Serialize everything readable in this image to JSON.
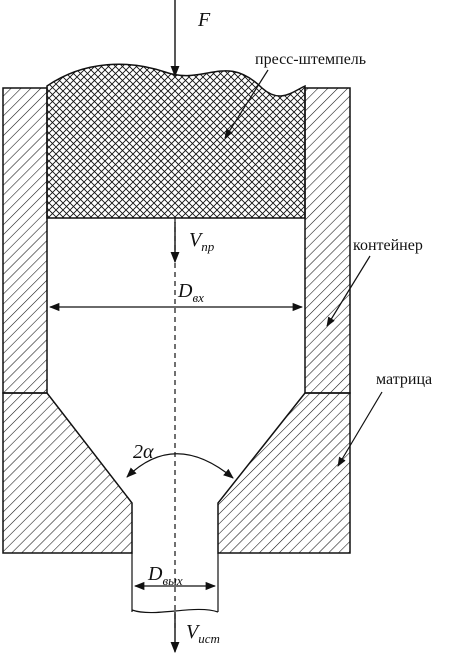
{
  "labels": {
    "punch": "пресс-штемпель",
    "container": "контейнер",
    "die": "матрица"
  },
  "symbols": {
    "force": "F",
    "angle": "2α",
    "punch_velocity": {
      "main": "V",
      "sub": "пр"
    },
    "inlet_diameter": {
      "main": "D",
      "sub": "вх"
    },
    "outlet_diameter": {
      "main": "D",
      "sub": "вых"
    },
    "outflow_velocity": {
      "main": "V",
      "sub": "ист"
    }
  }
}
